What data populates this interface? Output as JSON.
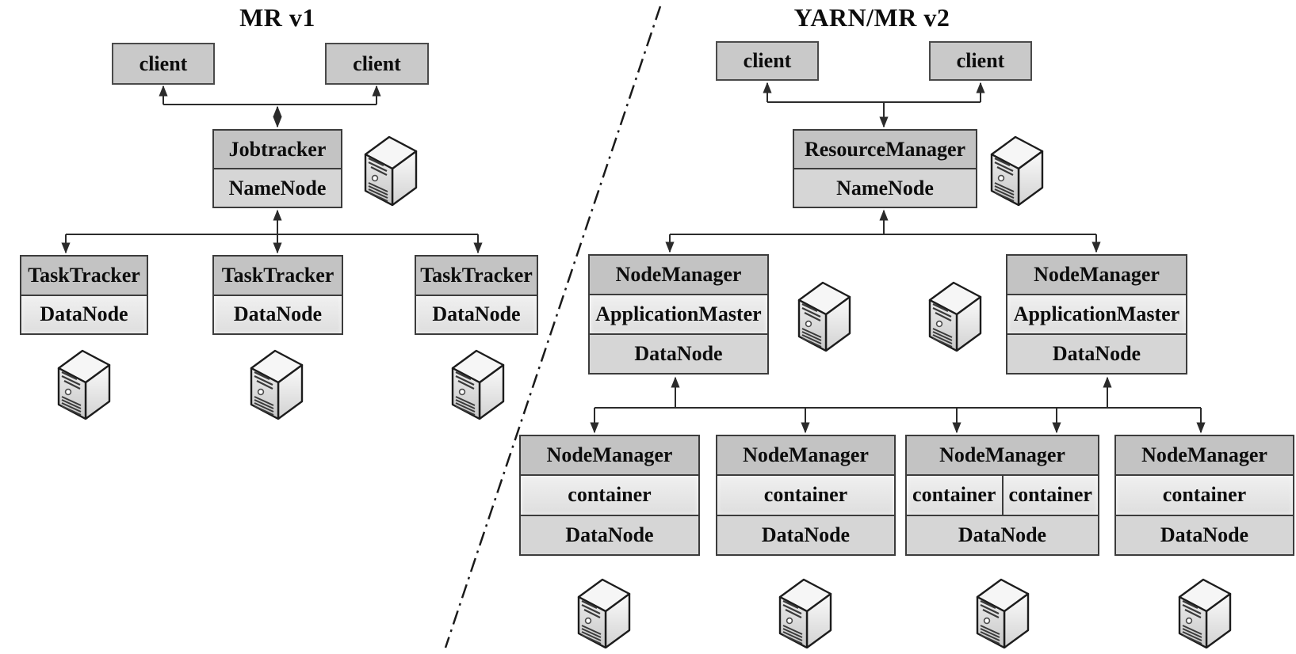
{
  "left_panel": {
    "title": "MR v1",
    "client_1": "client",
    "client_2": "client",
    "master": {
      "row_1": "Jobtracker",
      "row_2": "NameNode"
    },
    "worker_1": {
      "row_1": "TaskTracker",
      "row_2": "DataNode"
    },
    "worker_2": {
      "row_1": "TaskTracker",
      "row_2": "DataNode"
    },
    "worker_3": {
      "row_1": "TaskTracker",
      "row_2": "DataNode"
    }
  },
  "right_panel": {
    "title": "YARN/MR v2",
    "client_1": "client",
    "client_2": "client",
    "master": {
      "row_1": "ResourceManager",
      "row_2": "NameNode"
    },
    "app_master_1": {
      "row_1": "NodeManager",
      "row_2": "ApplicationMaster",
      "row_3": "DataNode"
    },
    "app_master_2": {
      "row_1": "NodeManager",
      "row_2": "ApplicationMaster",
      "row_3": "DataNode"
    },
    "worker_1": {
      "row_1": "NodeManager",
      "row_2": "container",
      "row_3": "DataNode"
    },
    "worker_2": {
      "row_1": "NodeManager",
      "row_2": "container",
      "row_3": "DataNode"
    },
    "worker_3": {
      "row_1": "NodeManager",
      "row_2a": "container",
      "row_2b": "container",
      "row_3": "DataNode"
    },
    "worker_4": {
      "row_1": "NodeManager",
      "row_2": "container",
      "row_3": "DataNode"
    }
  },
  "icons": {
    "server": "server-tower-icon"
  },
  "colors": {
    "background": "#ffffff",
    "header_fill": "#c3c3c3",
    "client_fill": "#c9c9c9",
    "mid_fill": "#d6d6d6",
    "light_fill": "#e8e8e8",
    "border": "#3c3c3c",
    "connector": "#2b2b2b",
    "text": "#0d0d0d"
  }
}
